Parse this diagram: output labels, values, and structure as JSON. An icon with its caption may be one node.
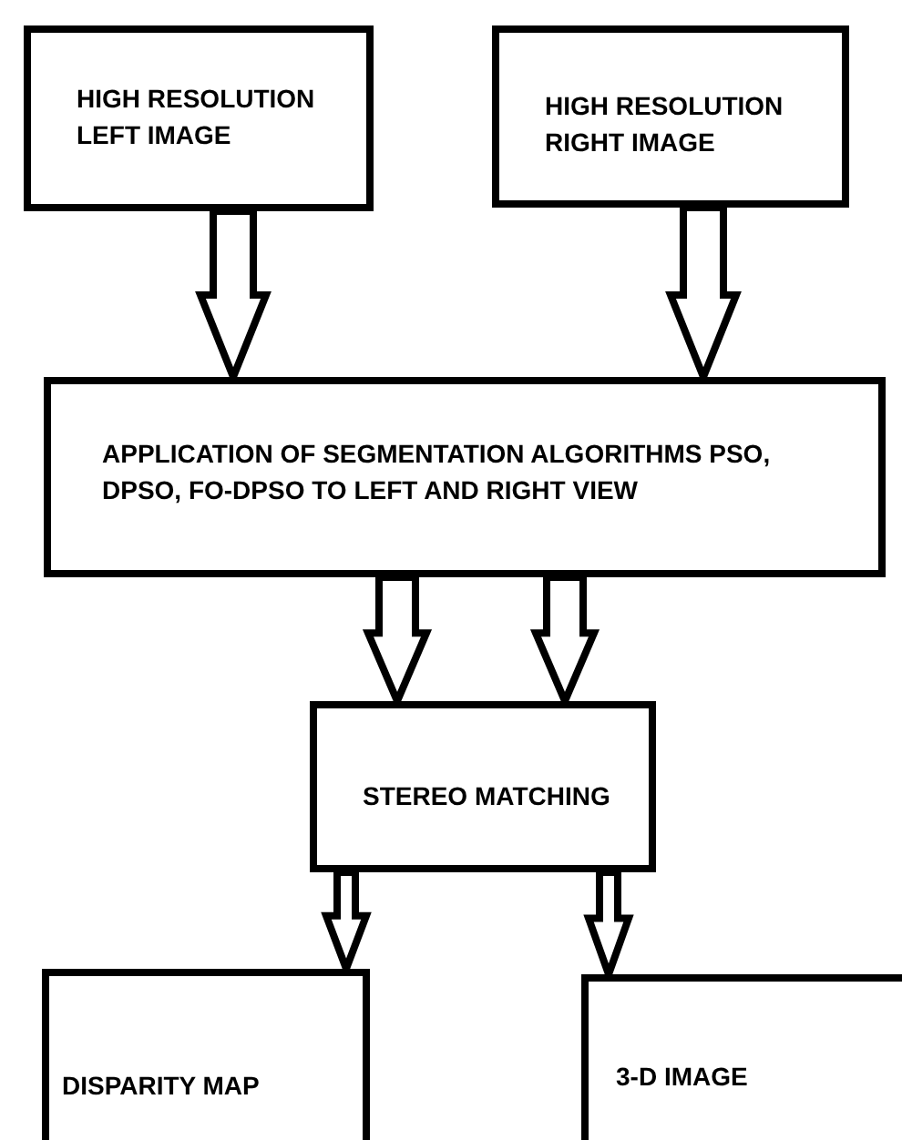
{
  "diagram": {
    "nodes": [
      {
        "text": [
          "HIGH RESOLUTION LEFT IMAGE"
        ]
      },
      {
        "text": [
          "HIGH RESOLUTION RIGHT IMAGE"
        ]
      },
      {
        "text": [
          "APPLICATION OF SEGMENTATION ALGORITHMS PSO, DPSO, FO-DPSO TO LEFT AND RIGHT VIEW"
        ]
      },
      {
        "text": [
          "STEREO MATCHING"
        ]
      },
      {
        "text": [
          "DISPARITY MAP"
        ]
      },
      {
        "text": [
          "3-D  IMAGE"
        ]
      }
    ],
    "edges": [
      {
        "from": 0,
        "to": 2,
        "arrow": "to"
      },
      {
        "from": 1,
        "to": 2,
        "arrow": "to"
      },
      {
        "from": 2,
        "to": 3,
        "arrow": "to"
      },
      {
        "from": 2,
        "to": 3,
        "arrow": "to"
      },
      {
        "from": 3,
        "to": 4,
        "arrow": "to"
      },
      {
        "from": 3,
        "to": 5,
        "arrow": "to"
      }
    ]
  }
}
